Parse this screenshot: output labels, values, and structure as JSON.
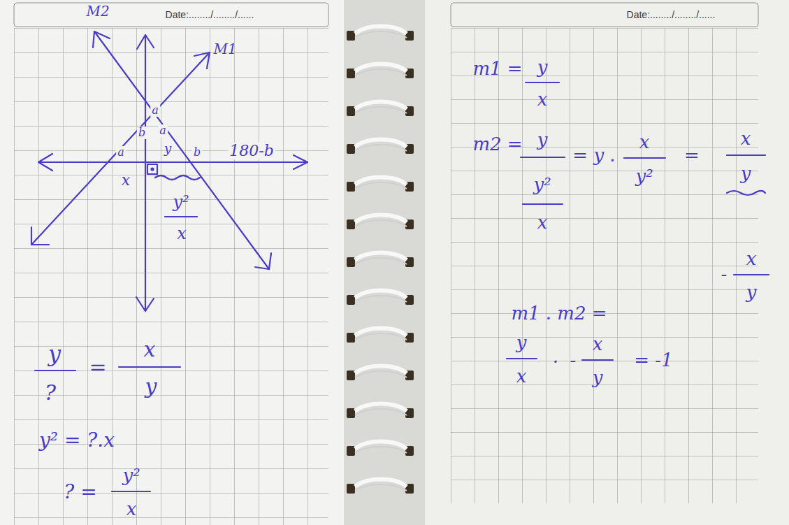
{
  "diagram": {
    "labels": [
      "Date:......../......../......",
      "Date:......../......../......",
      "M2",
      "M1",
      "a",
      "b",
      "a",
      "y",
      "a",
      "b",
      "180-b",
      "x",
      "y²",
      "x",
      "y",
      "?",
      "=",
      "x",
      "y",
      "y² = ?.x",
      "? =",
      "y²",
      "x",
      "m1 =",
      "y",
      "x",
      "m2 =",
      "y",
      "y²",
      "x",
      "= y .",
      "x",
      "y²",
      "=",
      "x",
      "y",
      "-",
      "x",
      "y",
      "m1 . m2 =",
      "y",
      "x",
      ".",
      "-",
      "x",
      "y",
      "= -1"
    ]
  }
}
